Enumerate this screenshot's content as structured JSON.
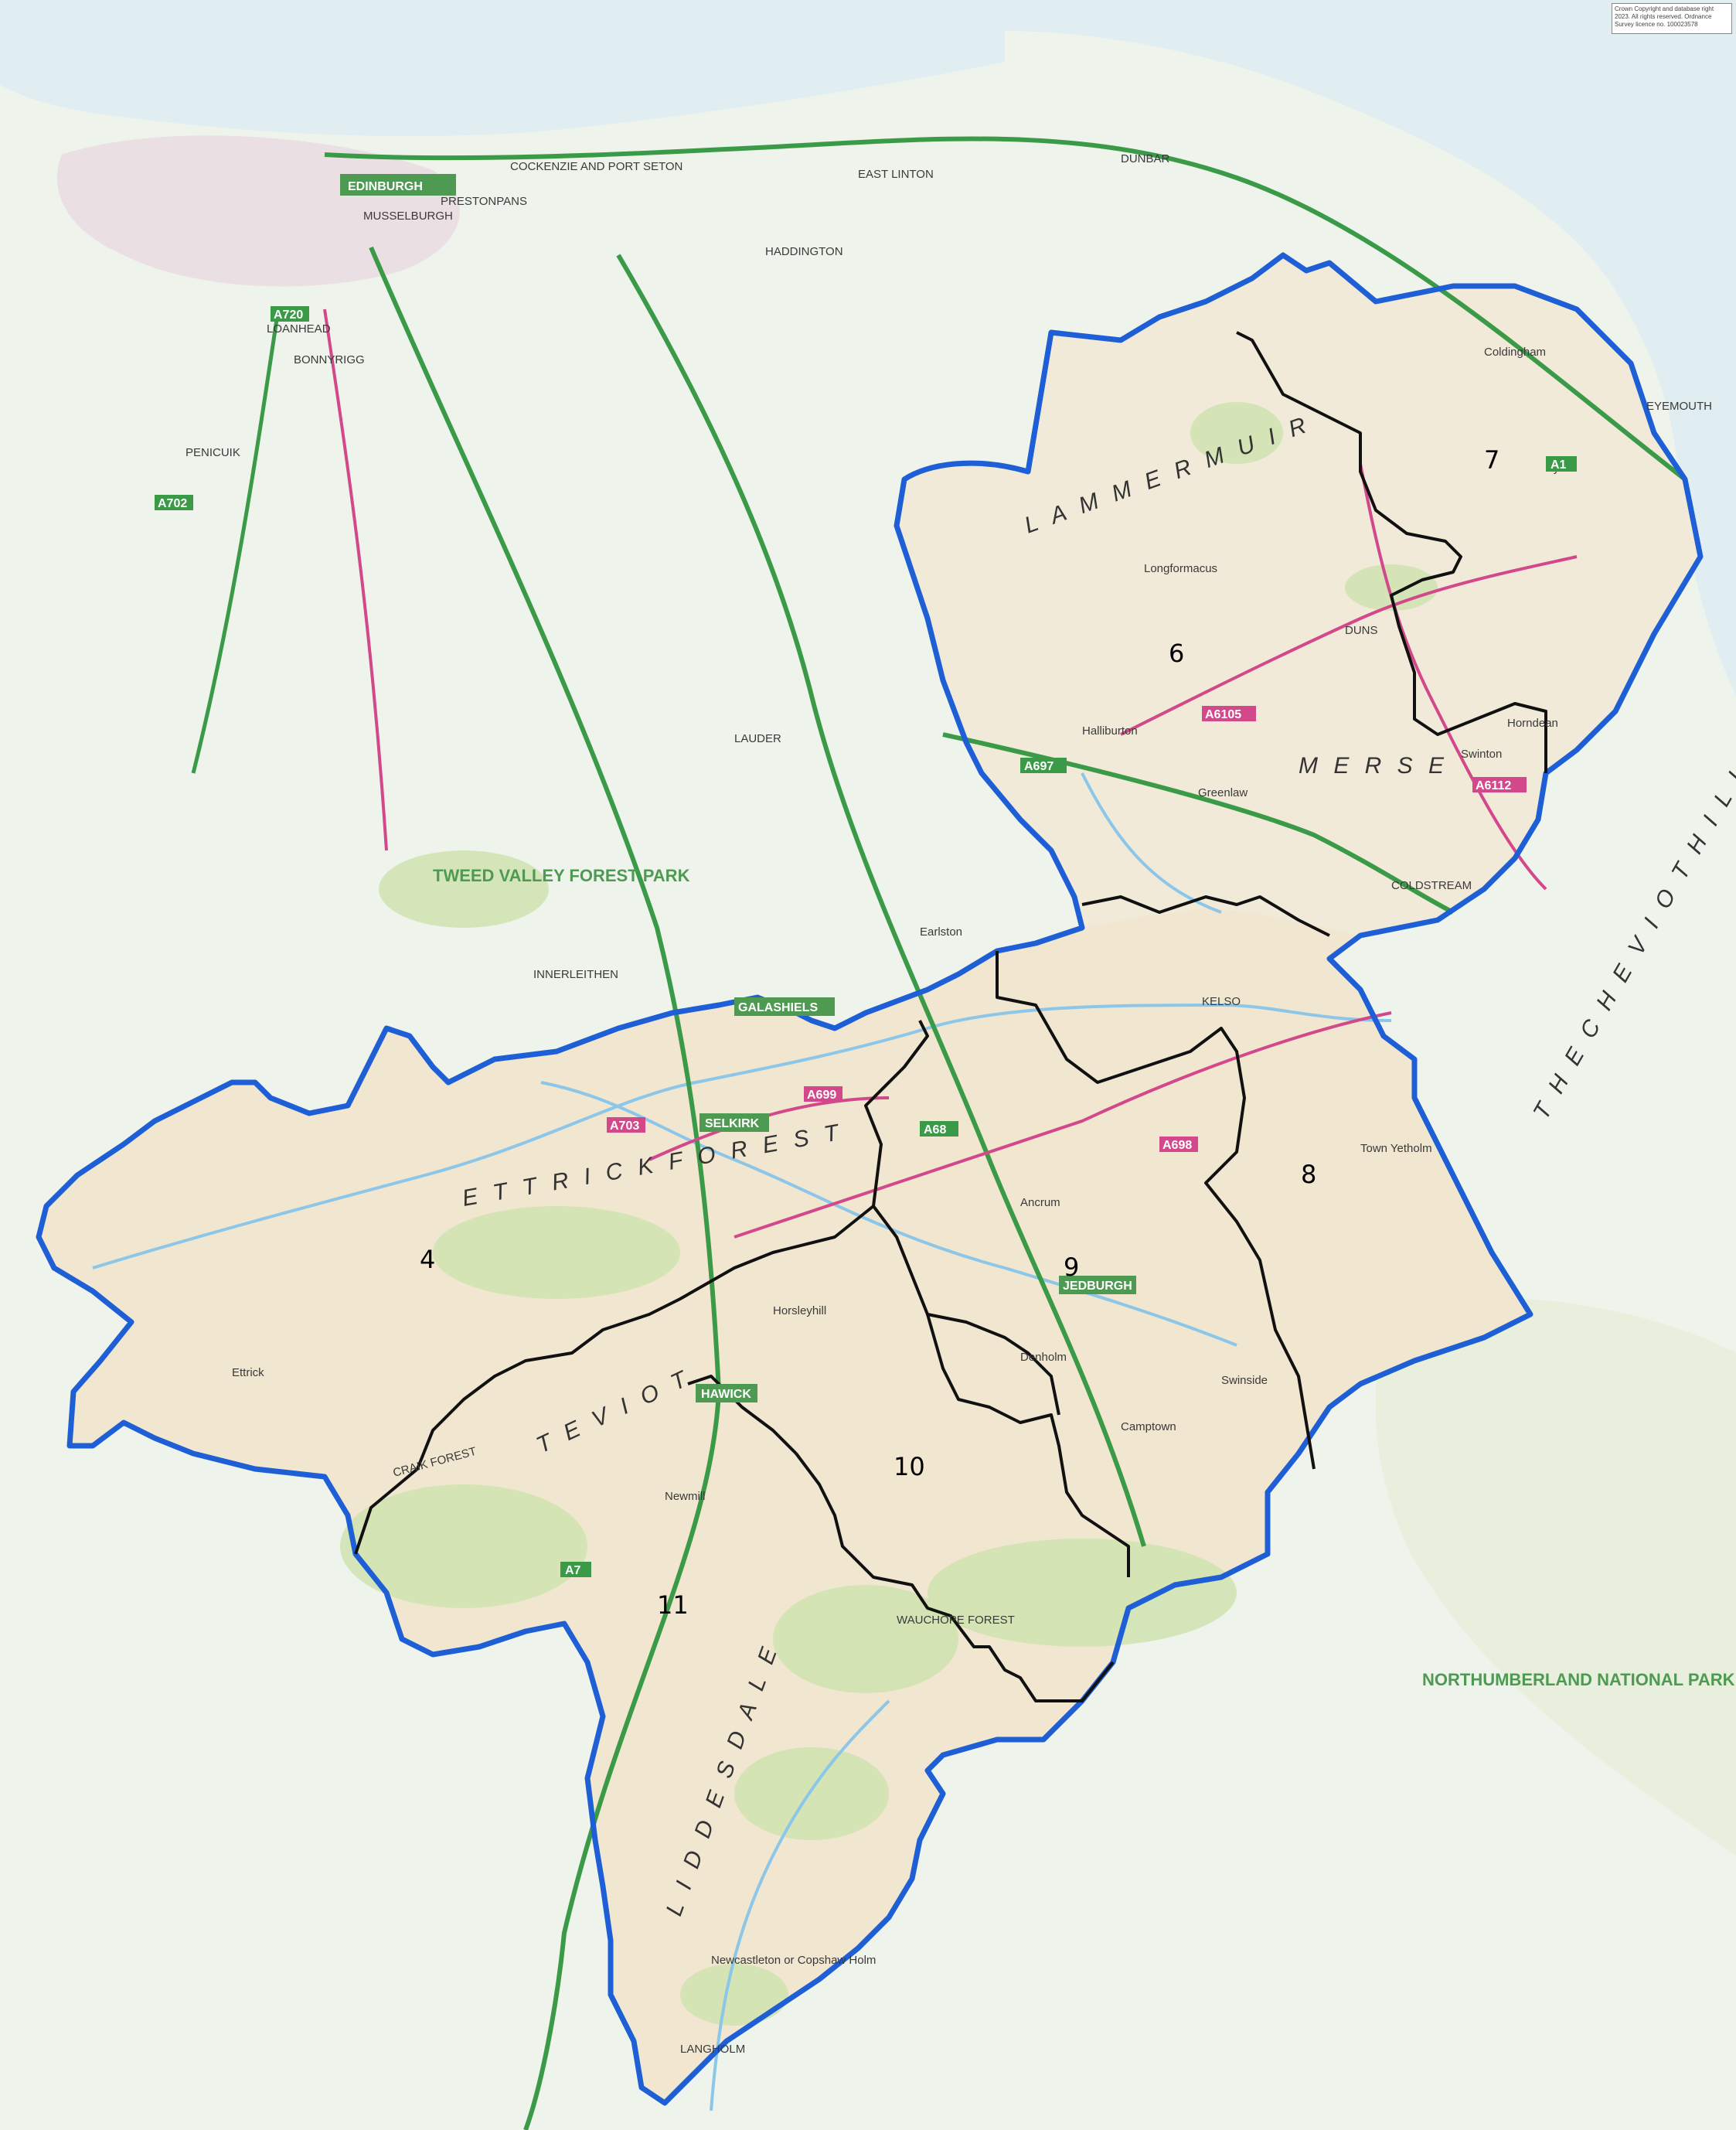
{
  "map": {
    "copyright": "Crown Copyright and database right 2023. All rights reserved. Ordnance Survey licence no. 100023578",
    "ward_labels": [
      "4",
      "6",
      "7",
      "8",
      "9",
      "10",
      "11"
    ],
    "colors": {
      "outer_boundary": "#1f5fd6",
      "ward_boundary": "#111111",
      "highlight_land": "#f1e6cf",
      "forest": "#cfe3b0",
      "water": "#8cc6e8",
      "primary_road": "#3b9a47",
      "a_road": "#d2488a"
    },
    "places": {
      "edinburgh": "EDINBURGH",
      "haddington": "HADDINGTON",
      "dunbar": "DUNBAR",
      "east_linton": "EAST LINTON",
      "cockenzie": "COCKENZIE AND PORT SETON",
      "musselburgh": "MUSSELBURGH",
      "prestonpans": "PRESTONPANS",
      "penicuik": "PENICUIK",
      "bonnyrigg": "BONNYRIGG",
      "loanhead": "LOANHEAD",
      "selkirk": "SELKIRK",
      "hawick": "HAWICK",
      "jedburgh": "JEDBURGH",
      "kelso": "KELSO",
      "duns": "DUNS",
      "coldstream": "COLDSTREAM",
      "innerleithen": "INNERLEITHEN",
      "galashiels": "GALASHIELS",
      "langholm": "LANGHOLM",
      "newcastleton": "Newcastleton or Copshaw Holm",
      "coldingham": "Coldingham",
      "greenlaw": "Greenlaw",
      "lauder": "LAUDER",
      "earlston": "Earlston",
      "denholm": "Denholm",
      "ancrum": "Ancrum",
      "yetholm": "Town Yetholm",
      "swinside": "Swinside",
      "ettrick": "Ettrick",
      "horsleyhill": "Horsleyhill",
      "newmill": "Newmill",
      "camptown": "Camptown",
      "longformacus": "Longformacus",
      "halliburton": "Halliburton",
      "swinton": "Swinton",
      "horndean": "Horndean",
      "ayton": "Ayton",
      "eyemouth": "EYEMOUTH"
    },
    "areas": {
      "lammermuir": "L A M M E R M U I R",
      "ettrick_forest": "E T T R I C K   F O R E S T",
      "merse": "M E R S E",
      "teviot": "T E V I O T",
      "liddesdale": "L I D D E S D A L E",
      "cheviot": "T H E   C H E V I O T   H I L L S",
      "wauchope": "WAUCHOPE FOREST",
      "craik": "CRAIK FOREST"
    },
    "parks": {
      "tweed_valley": "TWEED VALLEY FOREST PARK",
      "northumberland": "NORTHUMBERLAND NATIONAL PARK"
    },
    "roads": [
      "A1",
      "A68",
      "A7",
      "A697",
      "A6105",
      "A6112",
      "A698",
      "A702",
      "A703",
      "A720",
      "A699"
    ]
  }
}
